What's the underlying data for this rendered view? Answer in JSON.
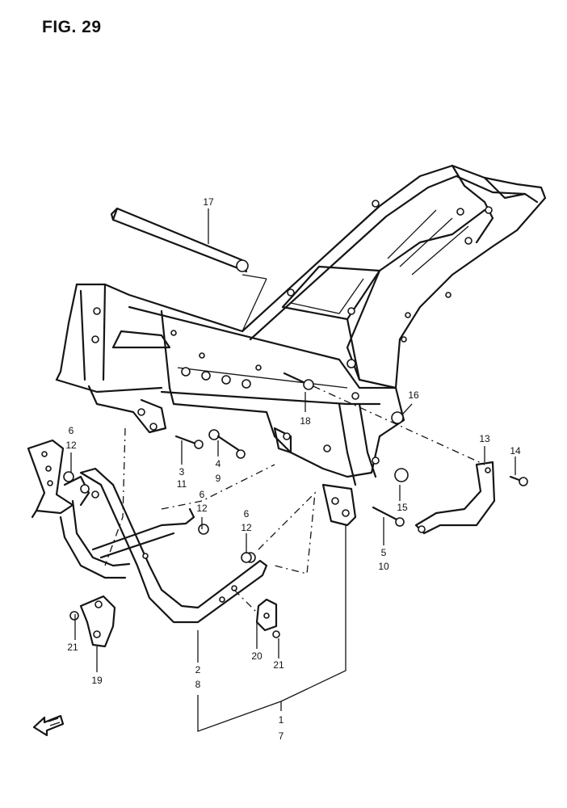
{
  "figure": {
    "title": "FIG. 29"
  },
  "callouts": [
    {
      "id": "c17",
      "text": "17"
    },
    {
      "id": "c16",
      "text": "16"
    },
    {
      "id": "c18",
      "text": "18"
    },
    {
      "id": "c6a",
      "text": "6"
    },
    {
      "id": "c12a",
      "text": "12"
    },
    {
      "id": "c3",
      "text": "3"
    },
    {
      "id": "c11",
      "text": "11"
    },
    {
      "id": "c4",
      "text": "4"
    },
    {
      "id": "c9",
      "text": "9"
    },
    {
      "id": "c6b",
      "text": "6"
    },
    {
      "id": "c12b",
      "text": "12"
    },
    {
      "id": "c6c",
      "text": "6"
    },
    {
      "id": "c12c",
      "text": "12"
    },
    {
      "id": "c13",
      "text": "13"
    },
    {
      "id": "c14",
      "text": "14"
    },
    {
      "id": "c15",
      "text": "15"
    },
    {
      "id": "c5",
      "text": "5"
    },
    {
      "id": "c10",
      "text": "10"
    },
    {
      "id": "c2",
      "text": "2"
    },
    {
      "id": "c8",
      "text": "8"
    },
    {
      "id": "c21a",
      "text": "21"
    },
    {
      "id": "c19",
      "text": "19"
    },
    {
      "id": "c20",
      "text": "20"
    },
    {
      "id": "c21b",
      "text": "21"
    },
    {
      "id": "c1",
      "text": "1"
    },
    {
      "id": "c7",
      "text": "7"
    }
  ],
  "icons": {
    "front_arrow": "front-arrow-icon"
  }
}
